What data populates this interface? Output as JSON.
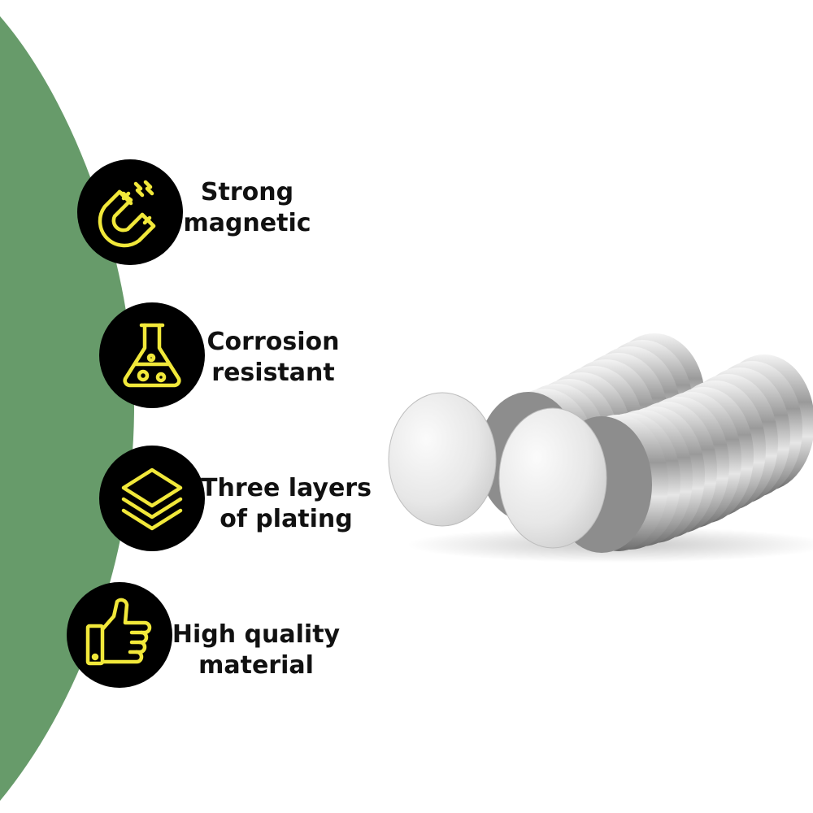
{
  "colors": {
    "background": "#ffffff",
    "green_arc": "#679b6a",
    "icon_circle": "#000000",
    "icon_stroke": "#f1e83a",
    "label_text": "#111111"
  },
  "features": [
    {
      "icon": "horseshoe-magnet-icon",
      "line1": "Strong",
      "line2": "magnetic"
    },
    {
      "icon": "flask-icon",
      "line1": "Corrosion",
      "line2": "resistant"
    },
    {
      "icon": "layers-icon",
      "line1": "Three layers",
      "line2": "of plating"
    },
    {
      "icon": "thumbs-up-icon",
      "line1": "High quality",
      "line2": "material"
    }
  ]
}
